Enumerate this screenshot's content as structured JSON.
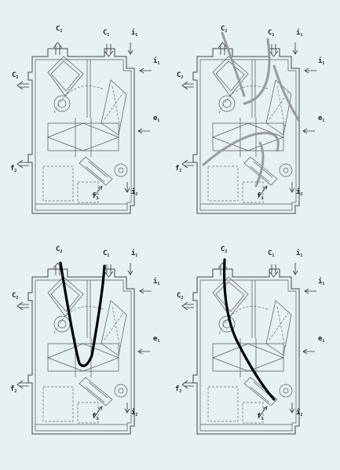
{
  "labels": {
    "c1": {
      "base": "C",
      "sub": "1"
    },
    "c2": {
      "base": "C",
      "sub": "2"
    },
    "i1": {
      "base": "i",
      "sub": "1"
    },
    "i2": {
      "base": "i",
      "sub": "2"
    },
    "e1": {
      "base": "e",
      "sub": "1"
    },
    "f1": {
      "base": "f",
      "sub": "1"
    },
    "f2": {
      "base": "f",
      "sub": "2"
    }
  },
  "panels": [
    {
      "id": "a",
      "overlay": "none"
    },
    {
      "id": "b",
      "overlay": "gray-flow-paths"
    },
    {
      "id": "c",
      "overlay": "black-v-path"
    },
    {
      "id": "d",
      "overlay": "black-diagonal-path"
    }
  ],
  "colors": {
    "background": "#e6f1f3",
    "line": "#444444",
    "gray_path": "#9a9a9a",
    "black_path": "#000000"
  }
}
